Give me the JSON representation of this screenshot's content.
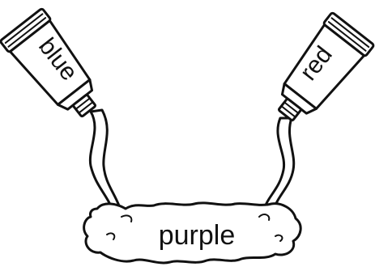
{
  "labels": {
    "left_tube": "blue",
    "right_tube": "red",
    "blob": "purple"
  },
  "colors": {
    "ink": "#111111",
    "paper": "#ffffff"
  }
}
